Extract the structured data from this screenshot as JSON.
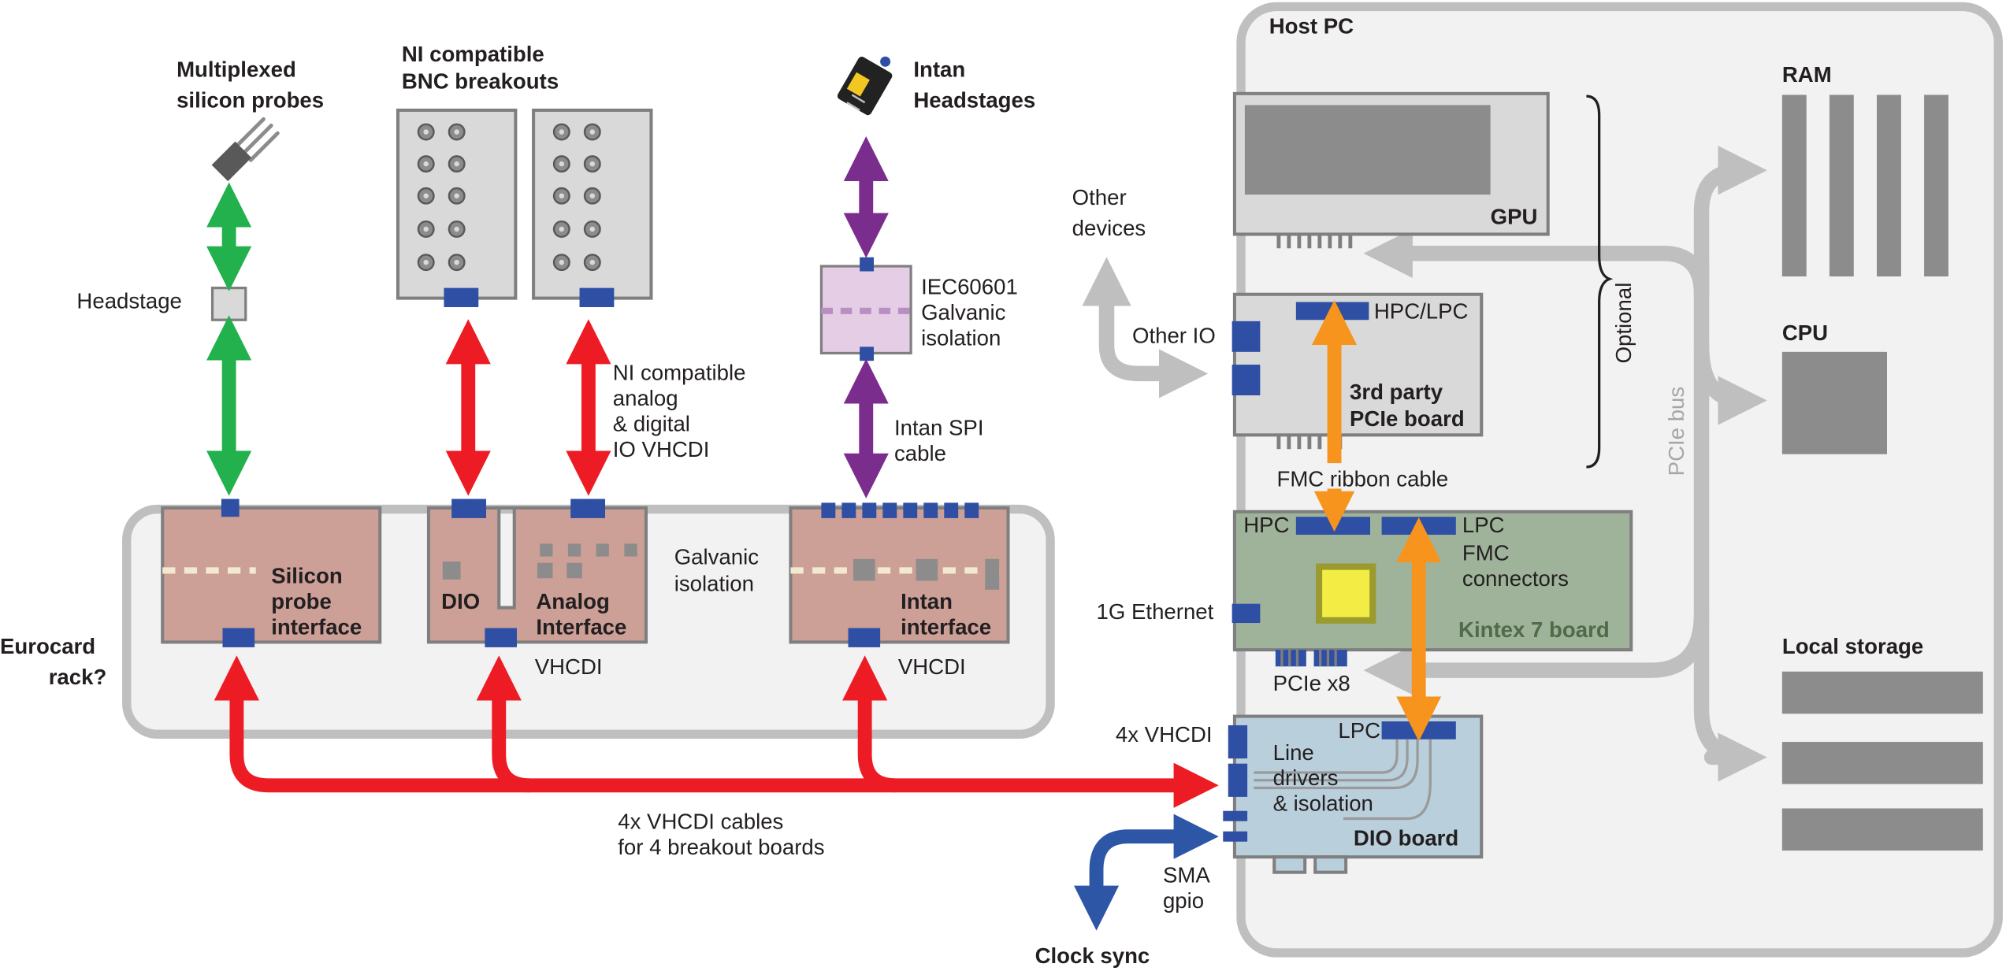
{
  "colors": {
    "green": "#22b14c",
    "red": "#ed1c24",
    "purple": "#7b2d8e",
    "orange": "#f7941d",
    "blue_arrow": "#2e56a6",
    "connector": "#2e4fa3",
    "gray_arrow": "#bfbfbf",
    "card_fill": "#cc9f97",
    "kintex_fill": "#9fb39a",
    "dio_fill": "#b9cfdc",
    "iso_fill": "#e6cde6",
    "breakout_fill": "#d9d9d9",
    "rack_fill": "#f2f2f2",
    "chip_yellow": "#f3ec45"
  },
  "left": {
    "probes": {
      "line1": "Multiplexed",
      "line2": "silicon probes",
      "icon": "silicon-probe-icon"
    },
    "headstage_label": "Headstage",
    "breakouts": {
      "line1": "NI compatible",
      "line2": "BNC breakouts"
    },
    "ni_io": {
      "line1": "NI compatible",
      "line2": "analog",
      "line3": "& digital",
      "line4": "IO VHCDI"
    },
    "intan_headstages": {
      "line1": "Intan",
      "line2": "Headstages",
      "icon": "intan-headstage-icon"
    },
    "iec": {
      "line1": "IEC60601",
      "line2": "Galvanic",
      "line3": "isolation"
    },
    "intan_spi": {
      "line1": "Intan SPI",
      "line2": "cable"
    },
    "rack": {
      "line1": "Eurocard",
      "line2": "rack?"
    },
    "silicon_card": {
      "line1": "Silicon",
      "line2": "probe",
      "line3": "interface"
    },
    "dio_card": "DIO",
    "analog_card": {
      "line1": "Analog",
      "line2": "Interface"
    },
    "galvanic": {
      "line1": "Galvanic",
      "line2": "isolation"
    },
    "intan_card": {
      "line1": "Intan",
      "line2": "interface"
    },
    "vhcdi_1": "VHCDI",
    "vhcdi_2": "VHCDI",
    "cables": {
      "line1": "4x VHCDI cables",
      "line2": "for 4 breakout boards"
    },
    "clock_sync": "Clock sync",
    "sma": {
      "line1": "SMA",
      "line2": "gpio"
    }
  },
  "host": {
    "title": "Host PC",
    "gpu": "GPU",
    "optional": "Optional",
    "pcie_bus": "PCIe bus",
    "other_devices": {
      "line1": "Other",
      "line2": "devices"
    },
    "other_io": "Other IO",
    "third_party": {
      "line1": "3rd party",
      "line2": "PCIe board",
      "connector": "HPC/LPC"
    },
    "fmc_ribbon": "FMC ribbon cable",
    "kintex": {
      "hpc": "HPC",
      "lpc": "LPC",
      "fmc_line1": "FMC",
      "fmc_line2": "connectors",
      "name": "Kintex 7 board"
    },
    "ethernet": "1G Ethernet",
    "pcie_x8": "PCIe x8",
    "dio_board": {
      "lpc": "LPC",
      "vhcdi": "4x VHCDI",
      "line1": "Line",
      "line2": "drivers",
      "line3": "& isolation",
      "name": "DIO board"
    },
    "ram": "RAM",
    "cpu": "CPU",
    "storage": "Local storage"
  }
}
